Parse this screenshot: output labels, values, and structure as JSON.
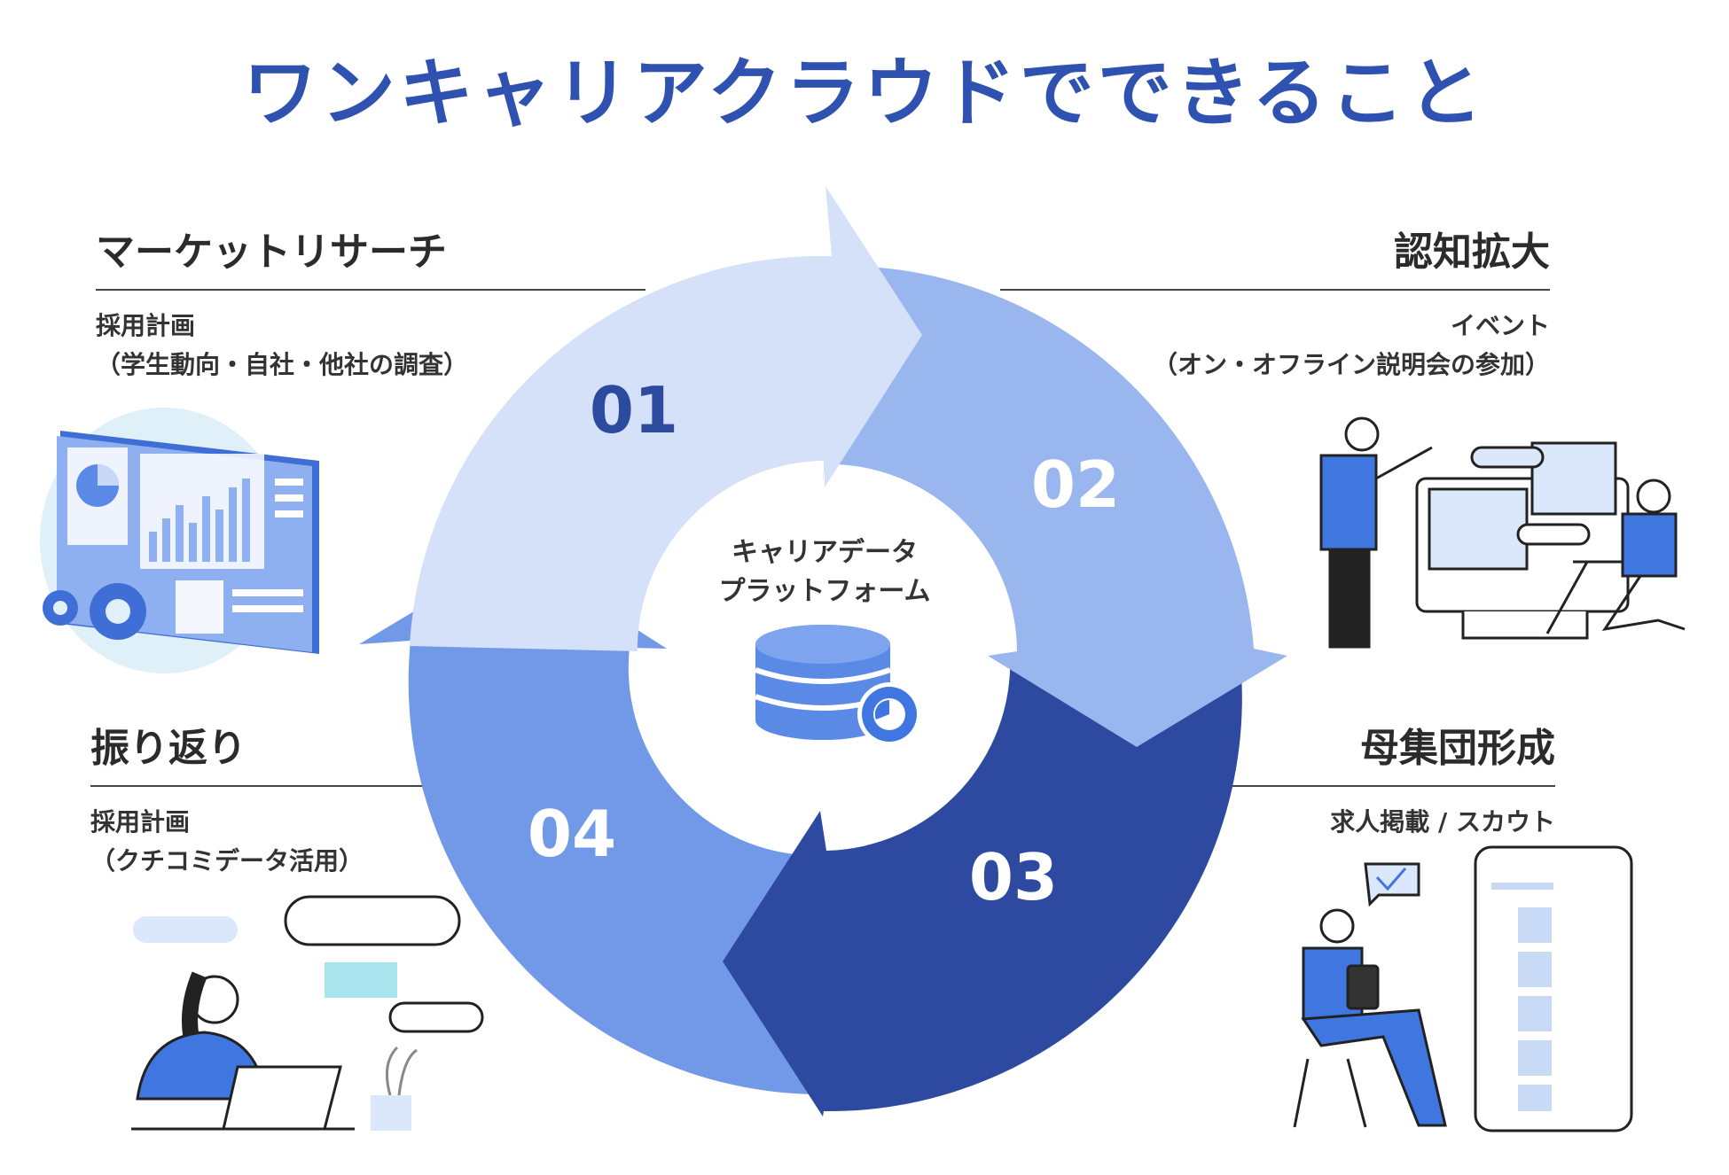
{
  "title": "ワンキャリアクラウドでできること",
  "center": {
    "line1": "キャリアデータ",
    "line2": "プラットフォーム",
    "icon": "database-icon"
  },
  "steps": [
    {
      "number": "01",
      "heading": "マーケットリサーチ",
      "sub1": "採用計画",
      "sub2": "（学生動向・自社・他社の調査）",
      "color": "#d5e1f8",
      "number_color": "#2c4a9e",
      "illustration": "dashboard-illustration"
    },
    {
      "number": "02",
      "heading": "認知拡大",
      "sub1": "イベント",
      "sub2": "（オン・オフライン説明会の参加）",
      "color": "#9ab6ee",
      "number_color": "#ffffff",
      "illustration": "online-event-illustration"
    },
    {
      "number": "03",
      "heading": "母集団形成",
      "sub1": "求人掲載 / スカウト",
      "sub2": "",
      "color": "#2e4aa0",
      "number_color": "#ffffff",
      "illustration": "tablet-checklist-illustration"
    },
    {
      "number": "04",
      "heading": "振り返り",
      "sub1": "採用計画",
      "sub2": "（クチコミデータ活用）",
      "color": "#7199e8",
      "number_color": "#ffffff",
      "illustration": "laptop-chat-illustration"
    }
  ]
}
